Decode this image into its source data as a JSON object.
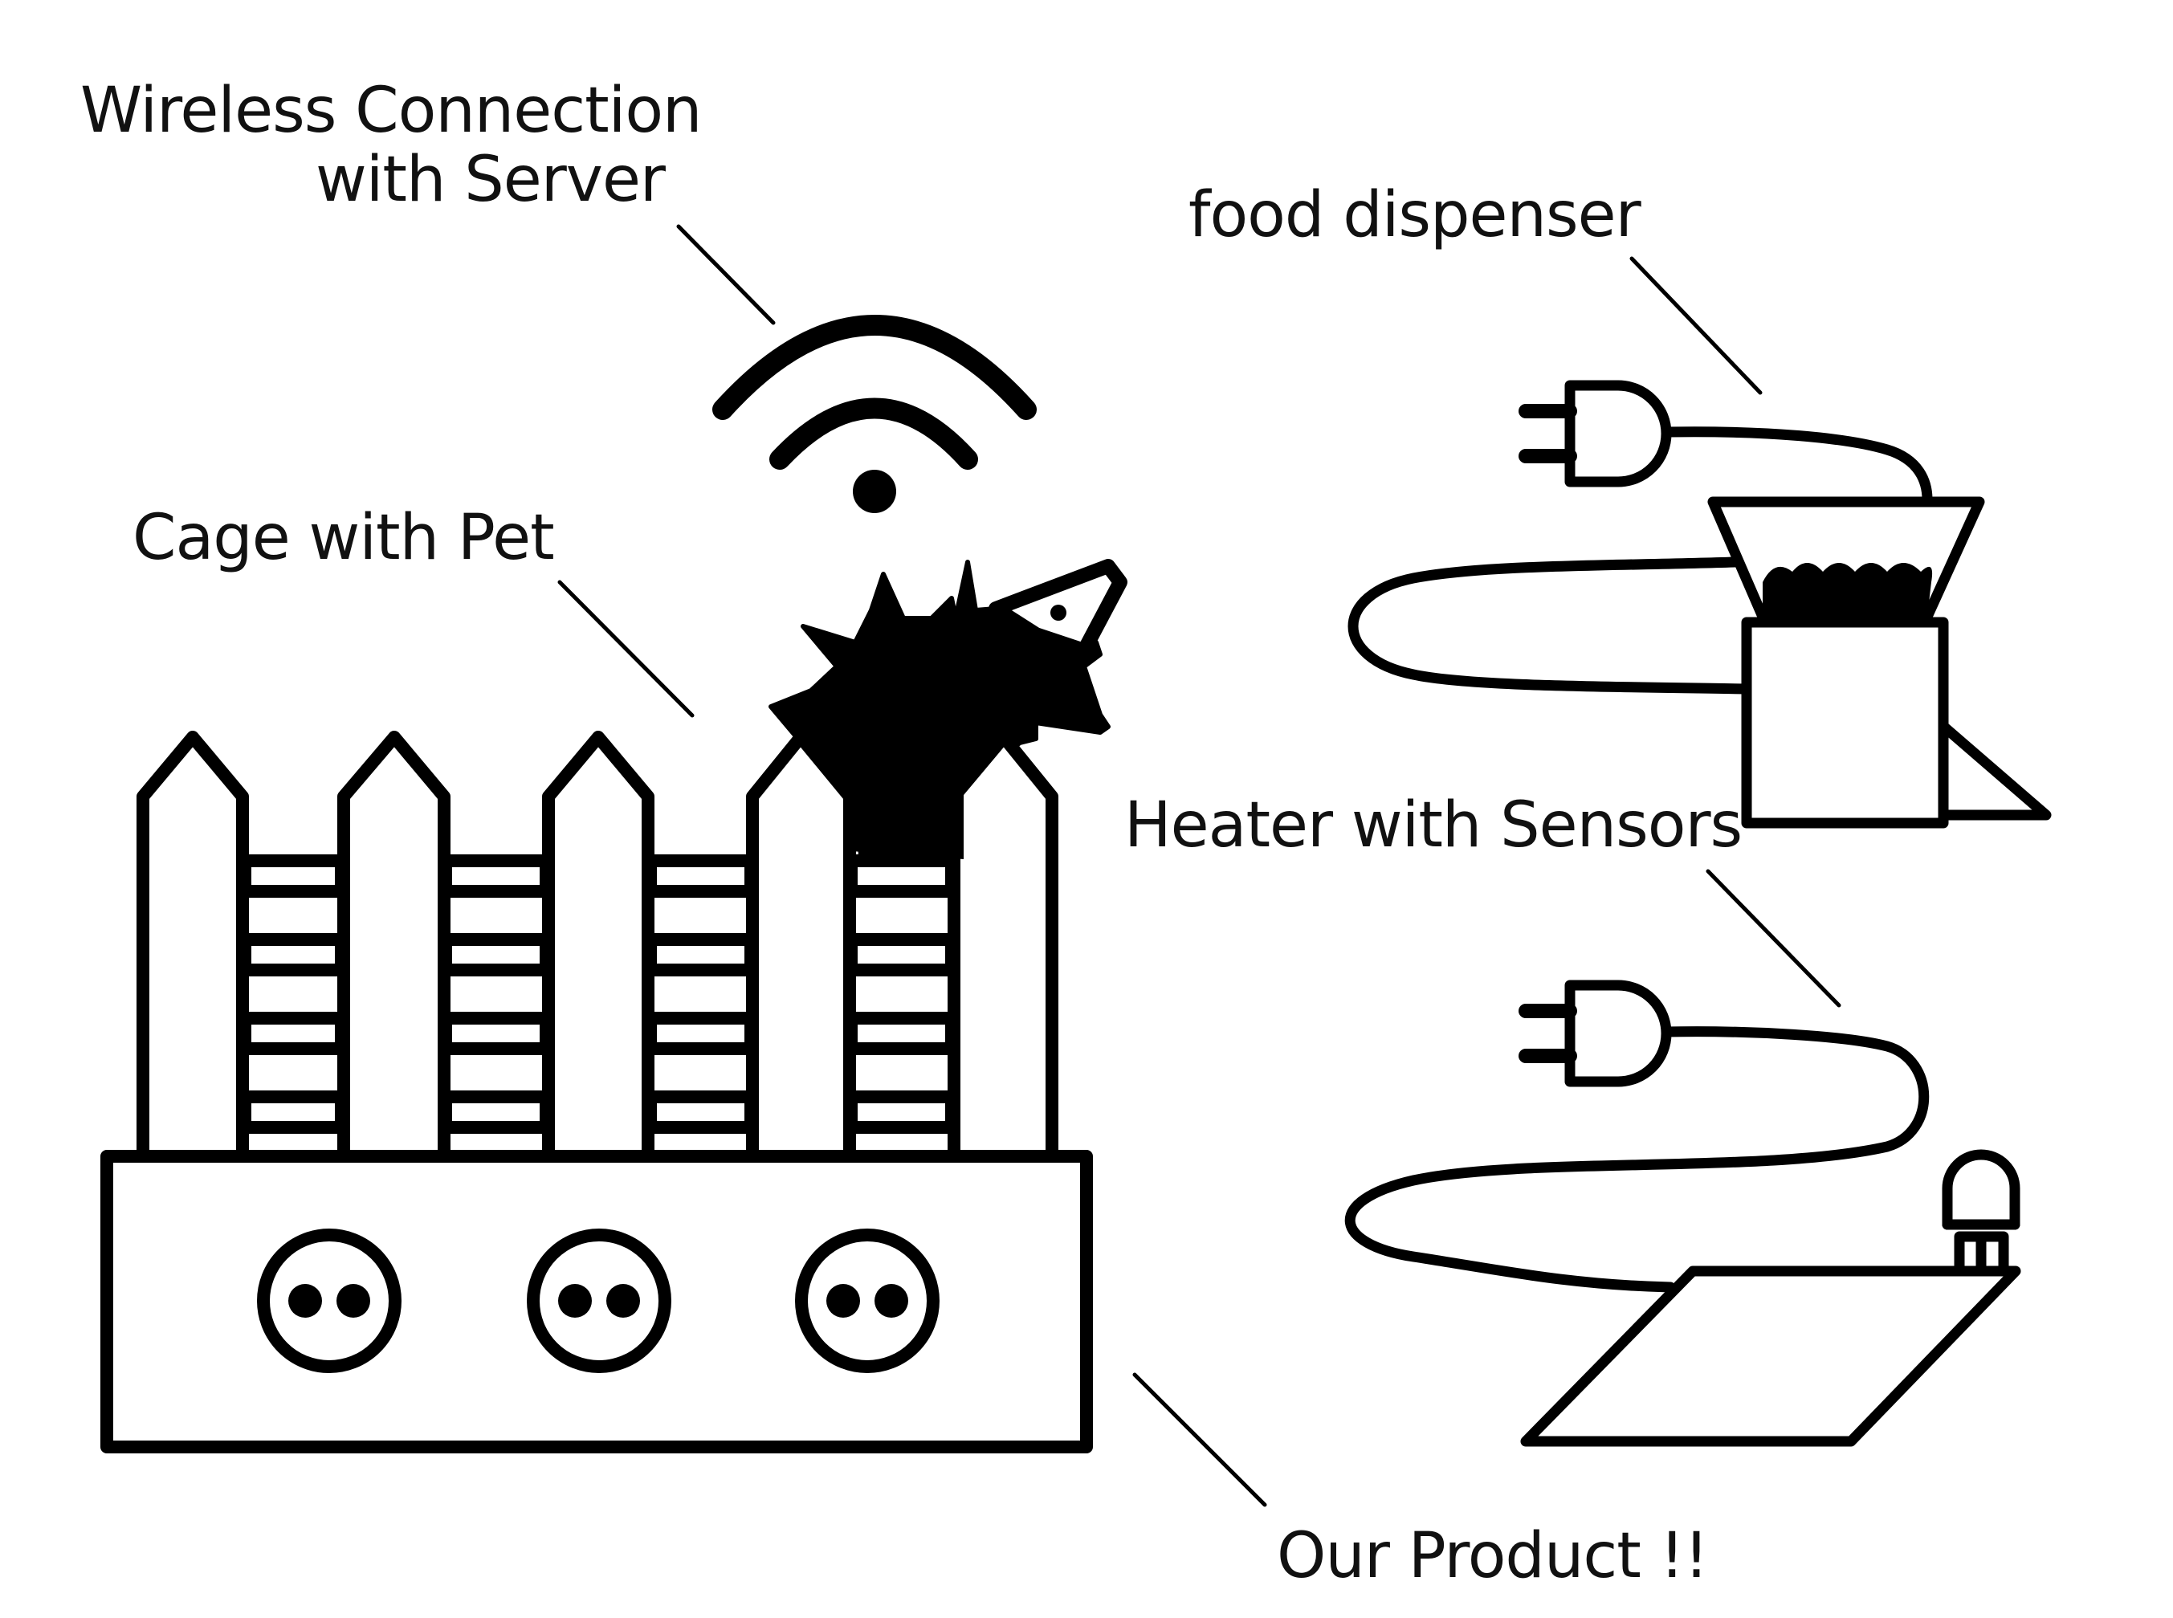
{
  "labels": {
    "wireless": {
      "line1": "Wireless Connection",
      "line2": "with Server"
    },
    "food_dispenser": "food dispenser",
    "cage": "Cage with Pet",
    "heater": "Heater with Sensors",
    "product": "Our Product !!"
  },
  "colors": {
    "ink": "#000000",
    "background": "#ffffff"
  },
  "icons": [
    "wifi-icon",
    "hedgehog-icon",
    "fence-icon",
    "power-strip-icon",
    "plug-icon",
    "food-dispenser-icon",
    "heating-pad-icon",
    "sensor-icon"
  ]
}
